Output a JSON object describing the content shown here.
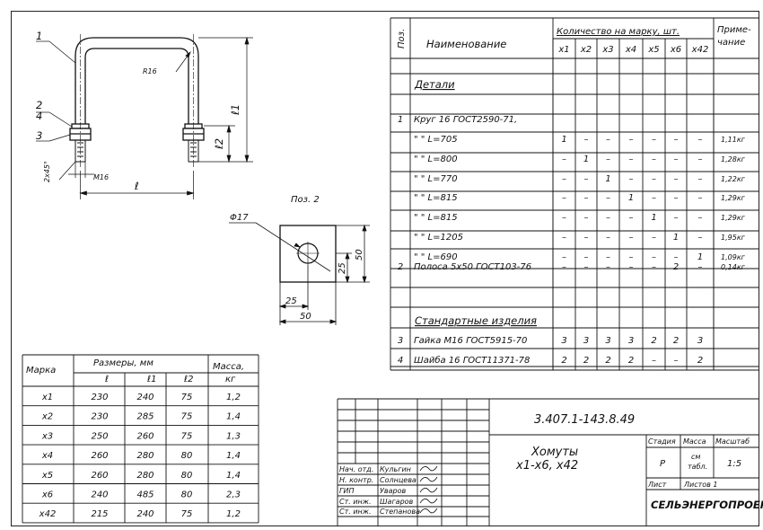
{
  "drawing": {
    "callouts": [
      "1",
      "2",
      "4",
      "3"
    ],
    "labels": {
      "bend_radius": "R16",
      "chamfer": "2x45°",
      "thread": "M16",
      "l": "ℓ",
      "l1": "ℓ1",
      "l2": "ℓ2"
    }
  },
  "pos2": {
    "title": "Поз. 2",
    "hole": "Φ17",
    "dim_25_v": "25",
    "dim_50_v": "50",
    "dim_25_h": "25",
    "dim_50_h": "50"
  },
  "dims_table": {
    "h_mark": "Марка",
    "h_sizes": "Размеры,  мм",
    "h_mass": "Масса,",
    "h_l": "ℓ",
    "h_l1": "ℓ1",
    "h_l2": "ℓ2",
    "h_kg": "кг",
    "rows": [
      {
        "mark": "x1",
        "l": "230",
        "l1": "240",
        "l2": "75",
        "mass": "1,2"
      },
      {
        "mark": "x2",
        "l": "230",
        "l1": "285",
        "l2": "75",
        "mass": "1,4"
      },
      {
        "mark": "x3",
        "l": "250",
        "l1": "260",
        "l2": "75",
        "mass": "1,3"
      },
      {
        "mark": "x4",
        "l": "260",
        "l1": "280",
        "l2": "80",
        "mass": "1,4"
      },
      {
        "mark": "x5",
        "l": "260",
        "l1": "280",
        "l2": "80",
        "mass": "1,4"
      },
      {
        "mark": "x6",
        "l": "240",
        "l1": "485",
        "l2": "80",
        "mass": "2,3"
      },
      {
        "mark": "x42",
        "l": "215",
        "l1": "240",
        "l2": "75",
        "mass": "1,2"
      }
    ]
  },
  "spec_table": {
    "h_pos": "Поз.",
    "h_name": "Наименование",
    "h_qty": "Количество на марку, шт.",
    "h_note_1": "Приме-",
    "h_note_2": "чание",
    "marks": [
      "x1",
      "x2",
      "x3",
      "x4",
      "x5",
      "x6",
      "x42"
    ],
    "section_details": "Детали",
    "section_standard": "Стандартные изделия",
    "rows": [
      {
        "pos": "1",
        "name": "Круг 16 ГОСТ2590-71,",
        "qty": [
          "",
          "",
          "",
          "",
          "",
          "",
          ""
        ],
        "note": ""
      },
      {
        "pos": "",
        "name": "\"          \"          L=705",
        "qty": [
          "1",
          "–",
          "–",
          "–",
          "–",
          "–",
          "–"
        ],
        "note": "1,11кг"
      },
      {
        "pos": "",
        "name": "\"          \"          L=800",
        "qty": [
          "–",
          "1",
          "–",
          "–",
          "–",
          "–",
          "–"
        ],
        "note": "1,28кг"
      },
      {
        "pos": "",
        "name": "\"          \"          L=770",
        "qty": [
          "–",
          "–",
          "1",
          "–",
          "–",
          "–",
          "–"
        ],
        "note": "1,22кг"
      },
      {
        "pos": "",
        "name": "\"          \"          L=815",
        "qty": [
          "–",
          "–",
          "–",
          "1",
          "–",
          "–",
          "–"
        ],
        "note": "1,29кг"
      },
      {
        "pos": "",
        "name": "\"          \"          L=815",
        "qty": [
          "–",
          "–",
          "–",
          "–",
          "1",
          "–",
          "–"
        ],
        "note": "1,29кг"
      },
      {
        "pos": "",
        "name": "\"          \"          L=1205",
        "qty": [
          "–",
          "–",
          "–",
          "–",
          "–",
          "1",
          "–"
        ],
        "note": "1,95кг"
      },
      {
        "pos": "",
        "name": "\"          \"          L=690",
        "qty": [
          "–",
          "–",
          "–",
          "–",
          "–",
          "–",
          "1"
        ],
        "note": "1,09кг"
      },
      {
        "pos": "2",
        "name": "Полоса 5x50 ГОСТ103-76",
        "qty": [
          "–",
          "–",
          "–",
          "–",
          "–",
          "2",
          "–"
        ],
        "note": "0,14кг"
      }
    ],
    "std_rows": [
      {
        "pos": "3",
        "name": "Гайка М16 ГОСТ5915-70",
        "qty": [
          "3",
          "3",
          "3",
          "3",
          "2",
          "2",
          "3"
        ],
        "note": ""
      },
      {
        "pos": "4",
        "name": "Шайба 16  ГОСТ11371-78",
        "qty": [
          "2",
          "2",
          "2",
          "2",
          "–",
          "–",
          "2"
        ],
        "note": ""
      }
    ]
  },
  "title_block": {
    "doc_code": "3.407.1-143.8.49",
    "title_1": "Хомуты",
    "title_2": "x1-x6, x42",
    "stage_h": "Стадия",
    "mass_h": "Масса",
    "scale_h": "Масштаб",
    "stage": "Р",
    "mass_1": "см",
    "mass_2": "табл.",
    "scale": "1:5",
    "sheet_h": "Лист",
    "sheets_h": "Листов 1",
    "org": "СЕЛЬЭНЕРГОПРОЕКТ",
    "signers": [
      {
        "role": "Нач. отд.",
        "name": "Кульгин"
      },
      {
        "role": "Н. контр.",
        "name": "Солнцева"
      },
      {
        "role": "ГИП",
        "name": "Уваров"
      },
      {
        "role": "Ст. инж.",
        "name": "Шагаров"
      },
      {
        "role": "Ст. инж.",
        "name": "Степанова"
      }
    ]
  }
}
